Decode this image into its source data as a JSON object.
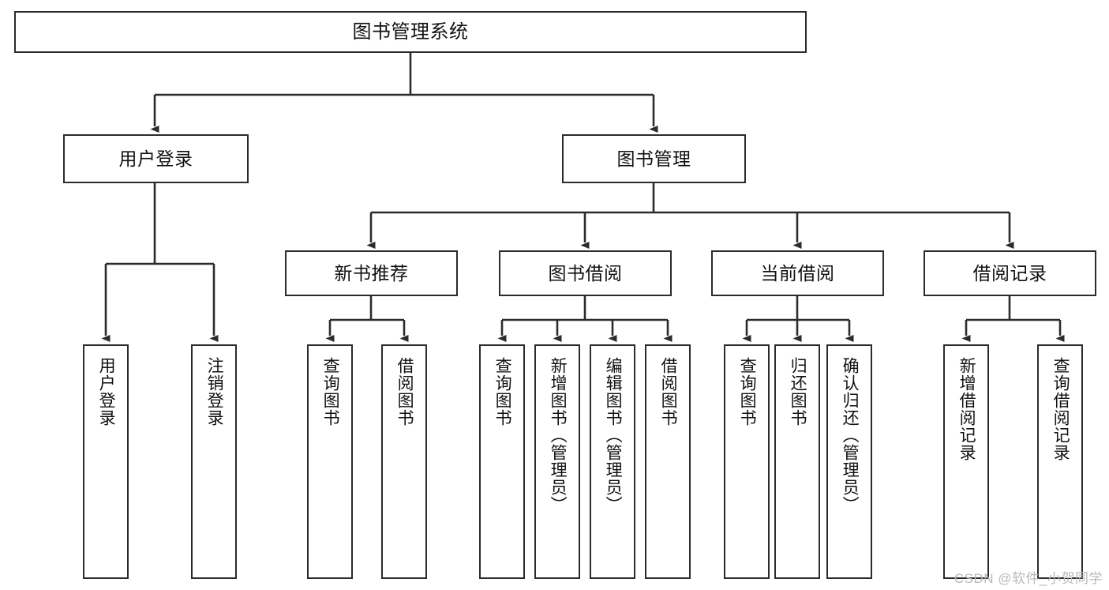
{
  "diagram": {
    "title": "图书管理系统",
    "type": "tree",
    "stroke_color": "#2b2b2b",
    "fill_color": "#ffffff",
    "text_color": "#111111",
    "watermark": "CSDN @软件_小贺同学",
    "levels": {
      "level1": [
        "图书管理系统"
      ],
      "level2": [
        "用户登录",
        "图书管理"
      ],
      "level3": [
        "新书推荐",
        "图书借阅",
        "当前借阅",
        "借阅记录"
      ]
    },
    "nodes": {
      "root": {
        "label": "图书管理系统"
      },
      "user_login": {
        "label": "用户登录"
      },
      "book_manage": {
        "label": "图书管理"
      },
      "new_book_rec": {
        "label": "新书推荐"
      },
      "book_borrow": {
        "label": "图书借阅"
      },
      "current_borrow": {
        "label": "当前借阅"
      },
      "borrow_record": {
        "label": "借阅记录"
      },
      "leaf_user_login": {
        "label": "用户登录"
      },
      "leaf_logout": {
        "label": "注销登录"
      },
      "leaf_query_book_1": {
        "label": "查询图书"
      },
      "leaf_borrow_book_1": {
        "label": "借阅图书"
      },
      "leaf_query_book_2": {
        "label": "查询图书"
      },
      "leaf_add_book": {
        "label": "新增图书（管理员）"
      },
      "leaf_edit_book": {
        "label": "编辑图书（管理员）"
      },
      "leaf_borrow_book_2": {
        "label": "借阅图书"
      },
      "leaf_query_book_3": {
        "label": "查询图书"
      },
      "leaf_return_book": {
        "label": "归还图书"
      },
      "leaf_confirm_return": {
        "label": "确认归还（管理员）"
      },
      "leaf_add_record": {
        "label": "新增借阅记录"
      },
      "leaf_query_record": {
        "label": "查询借阅记录"
      }
    },
    "edges": [
      {
        "from": "root",
        "to": "user_login"
      },
      {
        "from": "root",
        "to": "book_manage"
      },
      {
        "from": "user_login",
        "to": "leaf_user_login"
      },
      {
        "from": "user_login",
        "to": "leaf_logout"
      },
      {
        "from": "book_manage",
        "to": "new_book_rec"
      },
      {
        "from": "book_manage",
        "to": "book_borrow"
      },
      {
        "from": "book_manage",
        "to": "current_borrow"
      },
      {
        "from": "book_manage",
        "to": "borrow_record"
      },
      {
        "from": "new_book_rec",
        "to": "leaf_query_book_1"
      },
      {
        "from": "new_book_rec",
        "to": "leaf_borrow_book_1"
      },
      {
        "from": "book_borrow",
        "to": "leaf_query_book_2"
      },
      {
        "from": "book_borrow",
        "to": "leaf_add_book"
      },
      {
        "from": "book_borrow",
        "to": "leaf_edit_book"
      },
      {
        "from": "book_borrow",
        "to": "leaf_borrow_book_2"
      },
      {
        "from": "current_borrow",
        "to": "leaf_query_book_3"
      },
      {
        "from": "current_borrow",
        "to": "leaf_return_book"
      },
      {
        "from": "current_borrow",
        "to": "leaf_confirm_return"
      },
      {
        "from": "borrow_record",
        "to": "leaf_add_record"
      },
      {
        "from": "borrow_record",
        "to": "leaf_query_record"
      }
    ]
  }
}
